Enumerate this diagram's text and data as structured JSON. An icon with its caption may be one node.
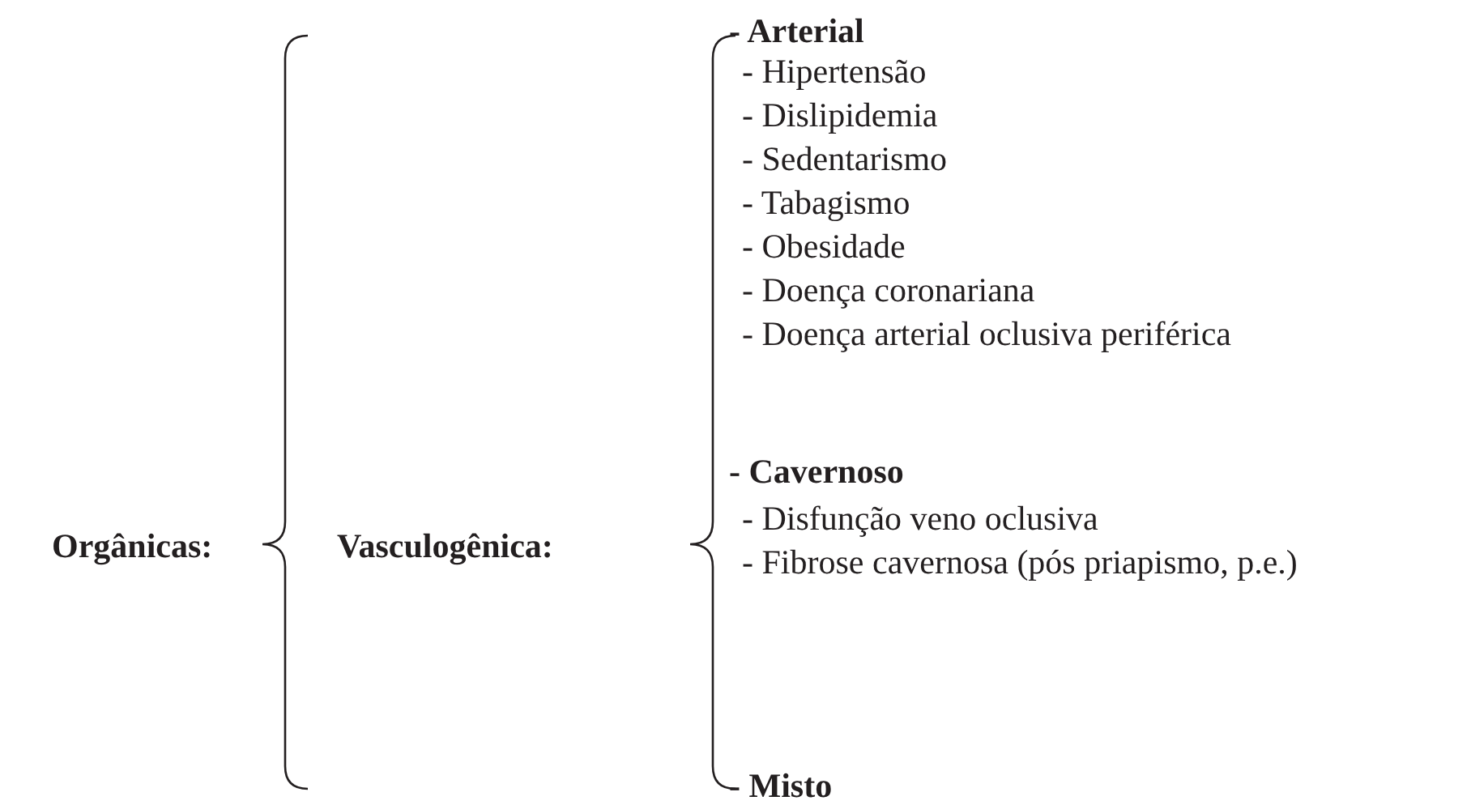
{
  "diagram": {
    "labels": [
      "Orgânicas:",
      "Vasculogênica:",
      "- Arterial",
      "- Hipertensão",
      "- Dislipidemia",
      "- Sedentarismo",
      "- Tabagismo",
      "- Obesidade",
      "- Doença coronariana",
      "- Doença arterial oclusiva periférica",
      "- Cavernoso",
      "- Disfunção veno oclusiva",
      "- Fibrose cavernosa (pós priapismo, p.e.)",
      "- Misto"
    ]
  }
}
